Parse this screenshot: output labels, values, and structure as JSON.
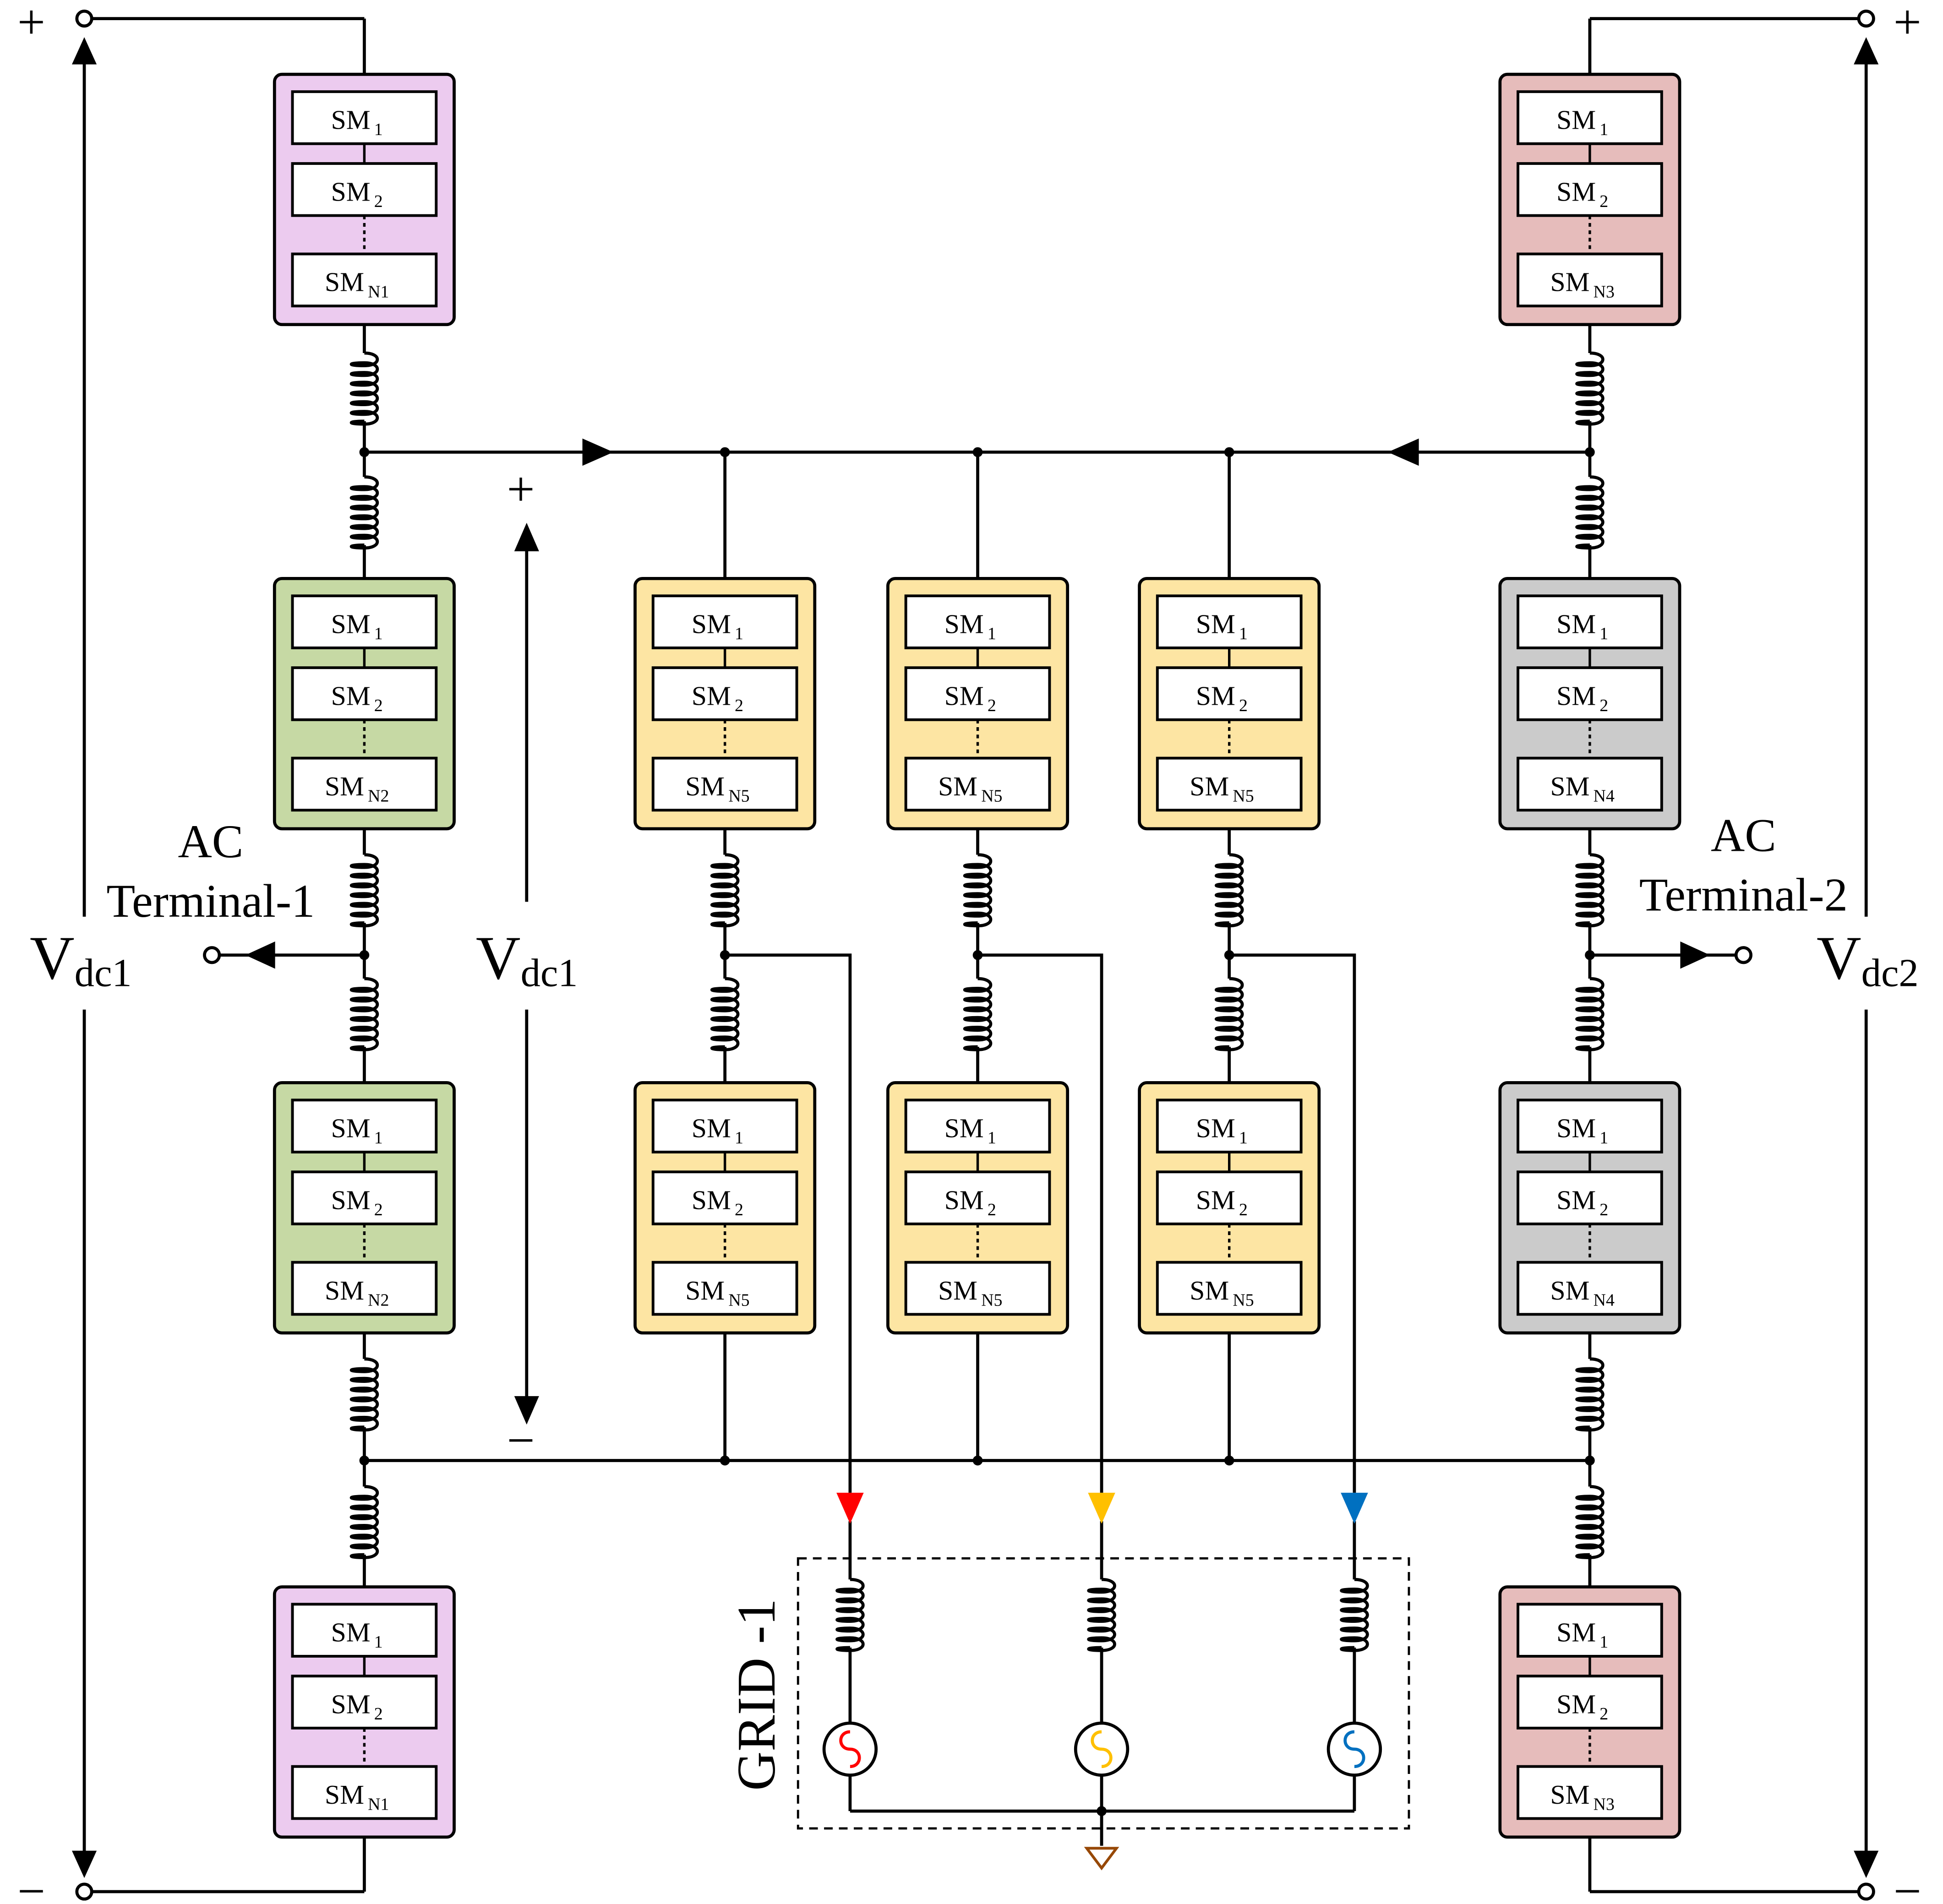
{
  "submodule": {
    "prefix": "SM",
    "sub1": "1",
    "sub2": "2",
    "subN1": "N1",
    "subN2": "N2",
    "subN3": "N3",
    "subN4": "N4",
    "subN5": "N5"
  },
  "colors": {
    "arm_purple": "#eccbef",
    "arm_green": "#c6d9a4",
    "arm_yellow": "#fde5a3",
    "arm_grey": "#cbcbcb",
    "arm_red": "#e6bcbb",
    "phase_a": "#ff0000",
    "phase_b": "#ffc000",
    "phase_c": "#0070c0",
    "grid_label": "#974806"
  },
  "labels": {
    "vdc1_main": "V",
    "vdc1_sub": "dc1",
    "vdc1_mid_main": "V",
    "vdc1_mid_sub": "dc1",
    "vdc2_main": "V",
    "vdc2_sub": "dc2",
    "ac1_line1": "AC",
    "ac1_line2": "Terminal-1",
    "ac2_line1": "AC",
    "ac2_line2": "Terminal-2",
    "grid": "GRID -1",
    "plus": "+",
    "minus": "−"
  },
  "icons": {
    "terminal": "open-circle-terminal",
    "ac_source": "sine-source-icon",
    "ground": "ground-triangle-icon",
    "inductor": "inductor-coil-icon",
    "arrow": "arrowhead-icon"
  }
}
